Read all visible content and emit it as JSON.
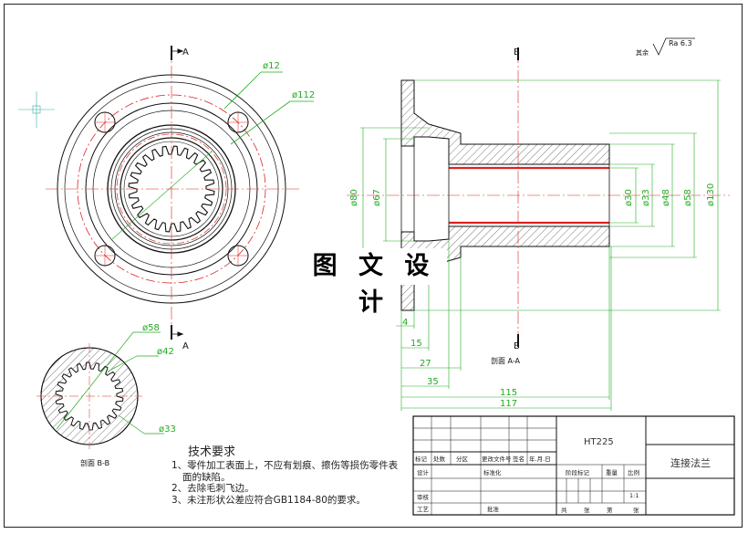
{
  "dims": {
    "d12": "ø12",
    "d112": "ø112",
    "d58_bb": "ø58",
    "d42": "ø42",
    "d33": "ø33",
    "d80": "ø80",
    "d67": "ø67",
    "d30": "ø30",
    "d33b": "ø33",
    "d48": "ø48",
    "d58": "ø58",
    "d130": "ø130",
    "l4": "4",
    "l15": "15",
    "l27": "27",
    "l35": "35",
    "l115": "115",
    "l117": "117"
  },
  "labels": {
    "sec_a_top": "A",
    "sec_a_bottom": "A",
    "sec_b_top": "B",
    "sec_b_bottom": "B",
    "section_aa": "剖面 A-A",
    "section_bb": "剖面 B-B",
    "roughness_prefix": "其余",
    "roughness_value": "Ra 6.3",
    "watermark": "图 文 设 计"
  },
  "requirements": {
    "title": "技术要求",
    "line1": "1、零件加工表面上，不应有划痕、擦伤等损伤零件表",
    "line1b": "面的缺陷。",
    "line2": "2、去除毛刺飞边。",
    "line3": "3、未注形状公差应符合GB1184-80的要求。"
  },
  "title_block": {
    "material": "HT225",
    "part_name": "连接法兰",
    "scale": "1:1",
    "h_mark": "标记",
    "h_count": "处数",
    "h_zone": "分区",
    "h_doc": "更改文件号",
    "h_sign": "签名",
    "h_date": "年.月.日",
    "design": "设计",
    "standard": "标准化",
    "review": "审核",
    "process": "工艺",
    "approve": "批准",
    "stage": "阶段标记",
    "weight": "重量",
    "ratio": "比例",
    "total": "共",
    "sheet": "张",
    "nth": "第",
    "sheet2": "张"
  }
}
